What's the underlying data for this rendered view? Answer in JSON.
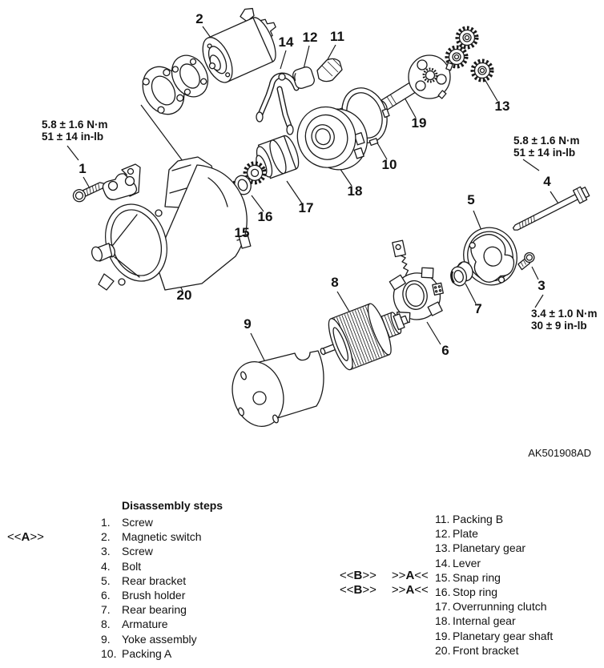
{
  "colors": {
    "line": "#1a1a1a",
    "background": "#ffffff"
  },
  "diagram": {
    "torque_notes": [
      {
        "line1": "5.8 ± 1.6 N·m",
        "line2": "51 ± 14 in-lb"
      },
      {
        "line1": "5.8 ± 1.6 N·m",
        "line2": "51 ± 14 in-lb"
      },
      {
        "line1": "3.4 ± 1.0 N·m",
        "line2": "30 ± 9 in-lb"
      }
    ],
    "callouts": [
      "1",
      "2",
      "3",
      "4",
      "5",
      "6",
      "7",
      "8",
      "9",
      "10",
      "11",
      "12",
      "13",
      "14",
      "15",
      "16",
      "17",
      "18",
      "19",
      "20"
    ],
    "figure_code": "AK501908AD"
  },
  "legend": {
    "title": "Disassembly steps",
    "steps_left": [
      {
        "no": "1.",
        "label": "Screw"
      },
      {
        "no": "2.",
        "label": "Magnetic switch"
      },
      {
        "no": "3.",
        "label": "Screw"
      },
      {
        "no": "4.",
        "label": "Bolt"
      },
      {
        "no": "5.",
        "label": "Rear bracket"
      },
      {
        "no": "6.",
        "label": "Brush holder"
      },
      {
        "no": "7.",
        "label": "Rear bearing"
      },
      {
        "no": "8.",
        "label": "Armature"
      },
      {
        "no": "9.",
        "label": "Yoke assembly"
      },
      {
        "no": "10.",
        "label": "Packing A"
      }
    ],
    "steps_right": [
      {
        "no": "11.",
        "label": "Packing B"
      },
      {
        "no": "12.",
        "label": "Plate"
      },
      {
        "no": "13.",
        "label": "Planetary gear"
      },
      {
        "no": "14.",
        "label": "Lever"
      },
      {
        "no": "15.",
        "label": "Snap ring"
      },
      {
        "no": "16.",
        "label": "Stop ring"
      },
      {
        "no": "17.",
        "label": "Overrunning clutch"
      },
      {
        "no": "18.",
        "label": "Internal gear"
      },
      {
        "no": "19.",
        "label": "Planetary gear shaft"
      },
      {
        "no": "20.",
        "label": "Front bracket"
      }
    ],
    "markers": {
      "a": {
        "pre": "<<",
        "letter": "A",
        "post": ">>"
      },
      "rows": [
        {
          "b_pre": "<<",
          "b": "B",
          "b_post": ">>",
          "a_pre": ">>",
          "a": "A",
          "a_post": "<<"
        },
        {
          "b_pre": "<<",
          "b": "B",
          "b_post": ">>",
          "a_pre": ">>",
          "a": "A",
          "a_post": "<<"
        }
      ]
    }
  }
}
